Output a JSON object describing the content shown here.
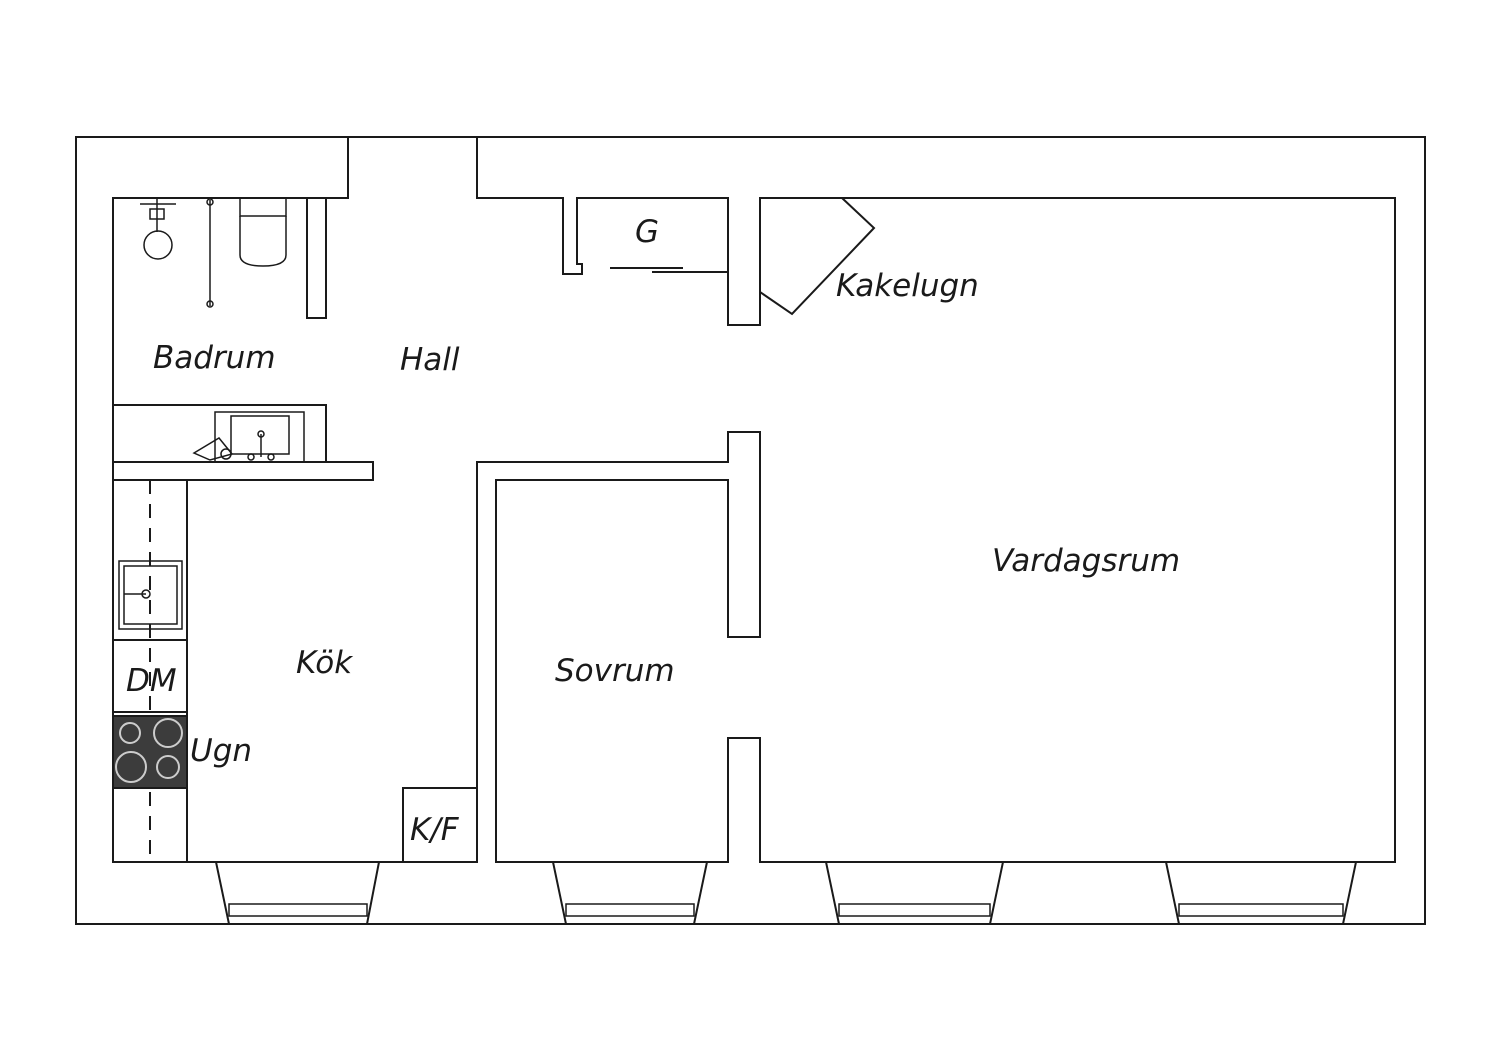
{
  "rooms": {
    "badrum": "Badrum",
    "hall": "Hall",
    "garderob": "G",
    "kakelugn": "Kakelugn",
    "vardagsrum": "Vardagsrum",
    "kok": "Kök",
    "sovrum": "Sovrum",
    "diskmaskin": "DM",
    "ugn": "Ugn",
    "kyl_frys": "K/F"
  },
  "colors": {
    "line": "#1a1a1a",
    "stove_fill": "#3c3c3c",
    "background": "#ffffff"
  },
  "icons": {
    "shower": "shower-icon",
    "toilet": "toilet-icon",
    "bathroom_sink": "bathroom-sink-icon",
    "kitchen_sink": "kitchen-sink-icon",
    "stove": "stove-icon",
    "door": "door-swing-icon"
  }
}
